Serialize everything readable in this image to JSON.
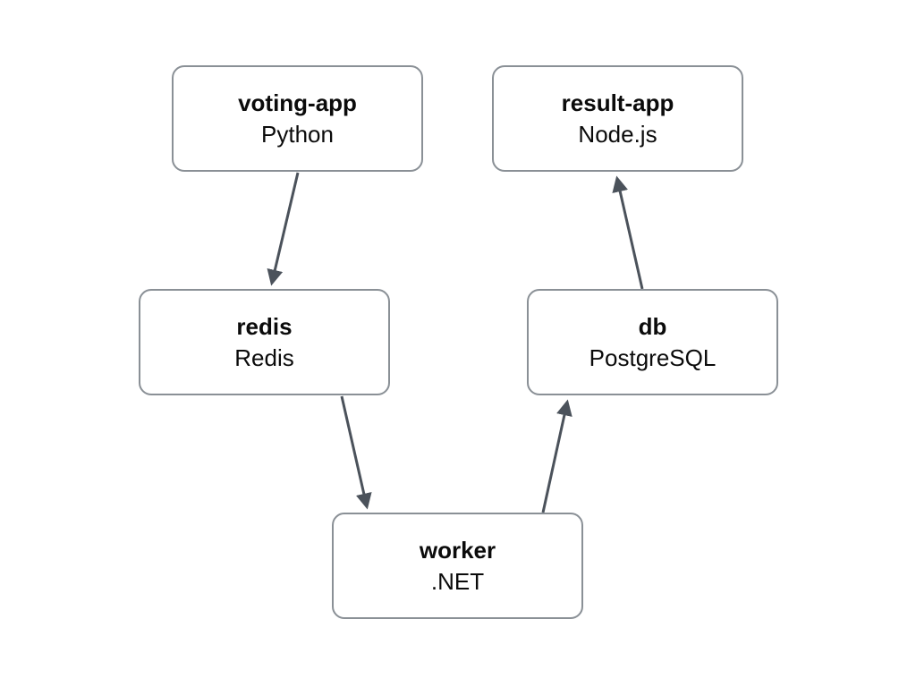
{
  "diagram": {
    "nodes": [
      {
        "id": "voting-app",
        "name": "voting-app",
        "tech": "Python"
      },
      {
        "id": "result-app",
        "name": "result-app",
        "tech": "Node.js"
      },
      {
        "id": "redis",
        "name": "redis",
        "tech": "Redis"
      },
      {
        "id": "db",
        "name": "db",
        "tech": "PostgreSQL"
      },
      {
        "id": "worker",
        "name": "worker",
        "tech": ".NET"
      }
    ],
    "edges": [
      {
        "from": "voting-app",
        "to": "redis"
      },
      {
        "from": "redis",
        "to": "worker"
      },
      {
        "from": "worker",
        "to": "db"
      },
      {
        "from": "db",
        "to": "result-app"
      }
    ],
    "colors": {
      "background": "#ffffff",
      "node_fill": "#ffffff",
      "node_border": "#8a9096",
      "edge": "#4b525b",
      "text": "#0b0b0b"
    }
  }
}
